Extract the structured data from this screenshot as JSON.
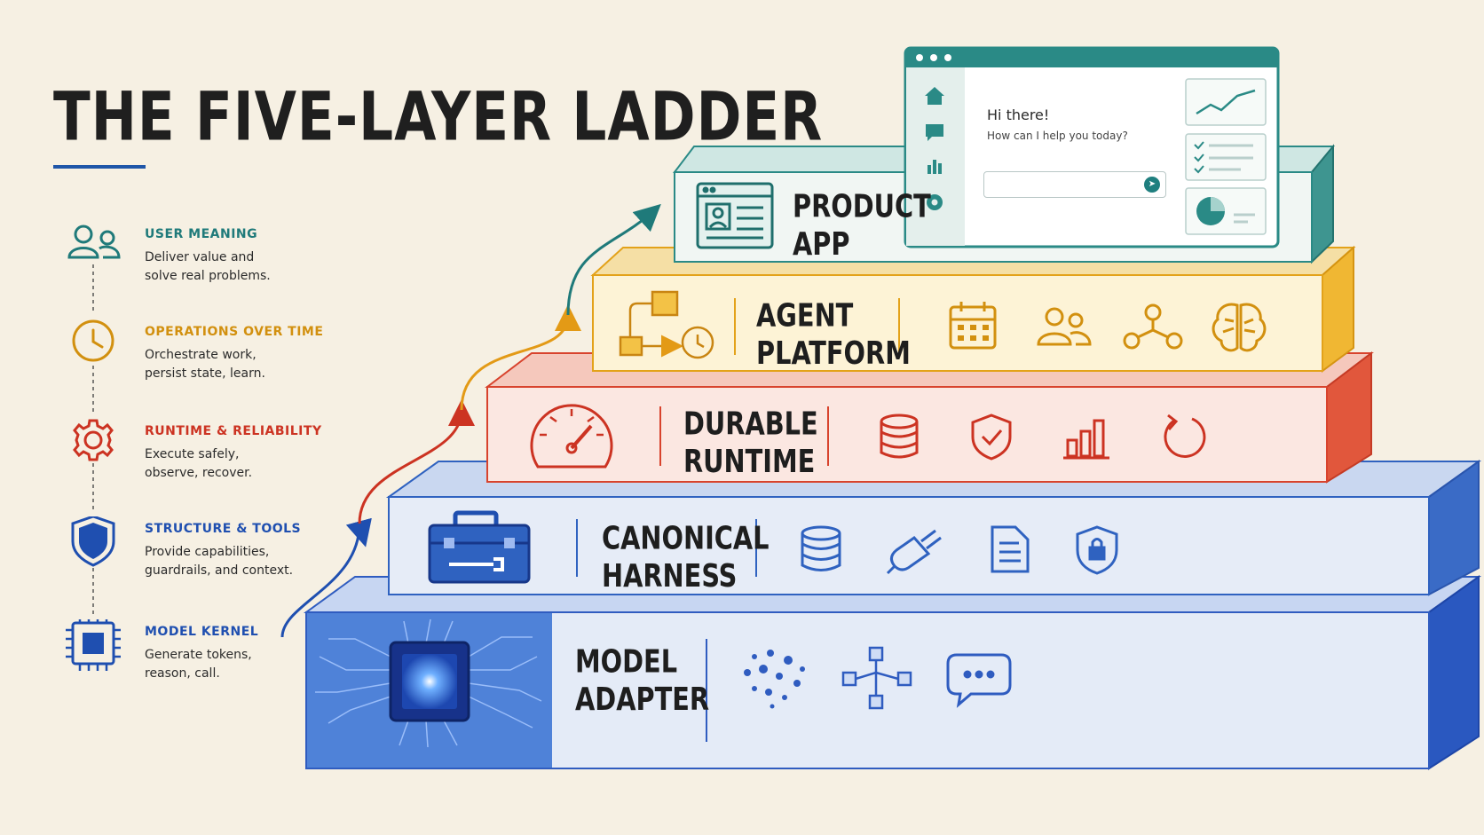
{
  "title": "THE FIVE-LAYER LADDER",
  "legend": [
    {
      "heading": "USER MEANING",
      "line1": "Deliver value and",
      "line2": "solve real problems.",
      "color": "#1f7a7a",
      "icon": "users-icon"
    },
    {
      "heading": "OPERATIONS OVER TIME",
      "line1": "Orchestrate work,",
      "line2": "persist state, learn.",
      "color": "#d2900f",
      "icon": "clock-icon"
    },
    {
      "heading": "RUNTIME & RELIABILITY",
      "line1": "Execute safely,",
      "line2": "observe, recover.",
      "color": "#cc3322",
      "icon": "gear-icon"
    },
    {
      "heading": "STRUCTURE & TOOLS",
      "line1": "Provide capabilities,",
      "line2": "guardrails, and context.",
      "color": "#1f4fb0",
      "icon": "shield-icon"
    },
    {
      "heading": "MODEL KERNEL",
      "line1": "Generate tokens,",
      "line2": "reason, call.",
      "color": "#1f4fb0",
      "icon": "chip-icon"
    }
  ],
  "layers": {
    "product_app": {
      "line1": "PRODUCT",
      "line2": "APP",
      "color": "#2a8a86"
    },
    "agent_platform": {
      "line1": "AGENT",
      "line2": "PLATFORM",
      "color": "#e3a21a"
    },
    "durable_runtime": {
      "line1": "DURABLE",
      "line2": "RUNTIME",
      "color": "#d8432d"
    },
    "canonical_harness": {
      "line1": "CANONICAL",
      "line2": "HARNESS",
      "color": "#2f62c0"
    },
    "model_adapter": {
      "line1": "MODEL",
      "line2": "ADAPTER",
      "color": "#2f5cc0"
    }
  },
  "chat_window": {
    "greeting": "Hi there!",
    "prompt": "How can I help you today?",
    "send_icon": "send-arrow-icon"
  }
}
